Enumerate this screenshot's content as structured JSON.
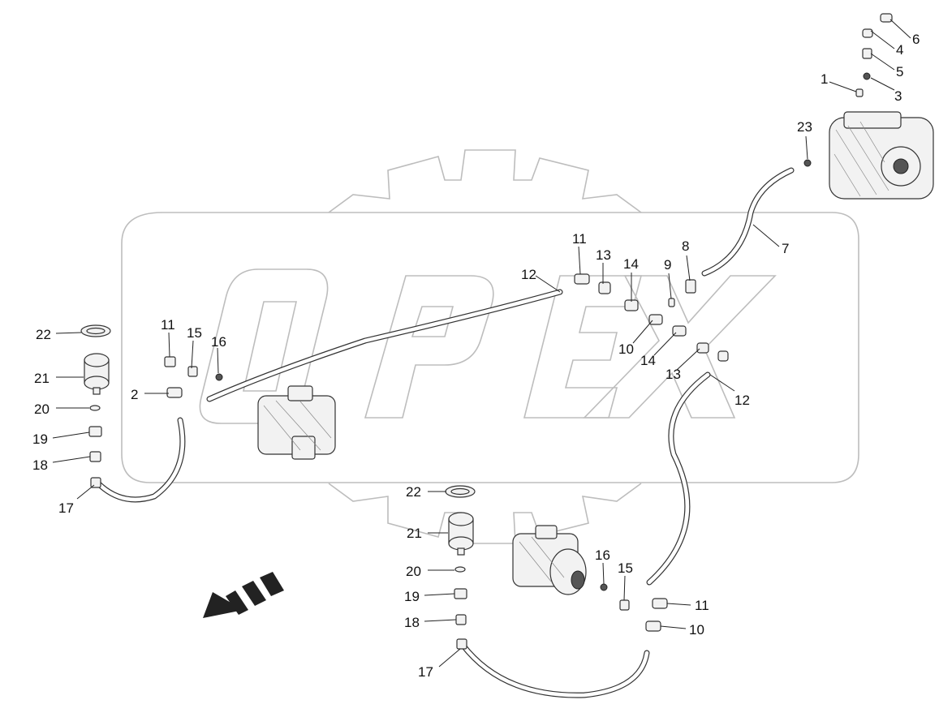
{
  "watermark": {
    "text": "OPEX",
    "color": "#bdbdbd"
  },
  "corner_mark": "",
  "callouts": {
    "c1": "1",
    "c3": "3",
    "c4": "4",
    "c5": "5",
    "c6": "6",
    "c23": "23",
    "c7": "7",
    "c8": "8",
    "c9": "9",
    "c14a": "14",
    "c10a": "10",
    "c14b": "14",
    "c13a": "13",
    "c13b": "13",
    "c11a": "11",
    "c12a": "12",
    "c12b": "12",
    "c11b": "11",
    "c15a": "15",
    "c16a": "16",
    "c2": "2",
    "c22a": "22",
    "c21a": "21",
    "c20a": "20",
    "c19a": "19",
    "c18a": "18",
    "c17a": "17",
    "c22b": "22",
    "c21b": "21",
    "c20b": "20",
    "c19b": "19",
    "c18b": "18",
    "c17b": "17",
    "c16b": "16",
    "c15b": "15",
    "c11c": "11",
    "c10b": "10"
  },
  "colors": {
    "line": "#222222",
    "watermark": "#bdbdbd",
    "arrow": "#222222"
  }
}
